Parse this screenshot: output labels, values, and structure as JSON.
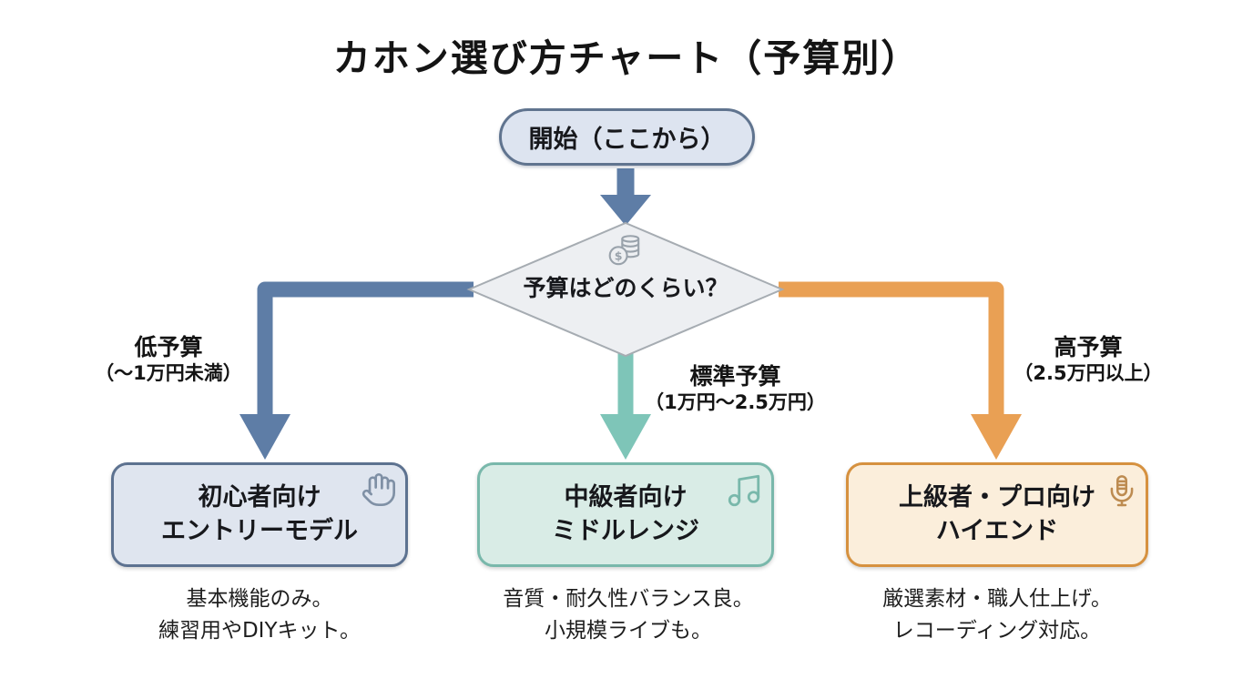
{
  "title": "カホン選び方チャート（予算別）",
  "start": {
    "label": "開始（ここから）"
  },
  "decision": {
    "label": "予算はどのくらい？",
    "icon": "coins-icon"
  },
  "branches": {
    "low": {
      "label": "低予算",
      "range": "（〜1万円未満）",
      "arrow_color": "#5e7da6"
    },
    "mid": {
      "label": "標準予算",
      "range": "（1万円〜2.5万円）",
      "arrow_color": "#7ec5b8"
    },
    "high": {
      "label": "高予算",
      "range": "（2.5万円以上）",
      "arrow_color": "#e9a054"
    }
  },
  "results": {
    "beginner": {
      "line1": "初心者向け",
      "line2": "エントリーモデル",
      "icon": "hand-icon",
      "desc1": "基本機能のみ。",
      "desc2": "練習用やDIYキット。",
      "fill": "#dfe5ef",
      "border": "#5d7290"
    },
    "intermediate": {
      "line1": "中級者向け",
      "line2": "ミドルレンジ",
      "icon": "music-note-icon",
      "desc1": "音質・耐久性バランス良。",
      "desc2": "小規模ライブも。",
      "fill": "#d9ece6",
      "border": "#79b8ab"
    },
    "advanced": {
      "line1": "上級者・プロ向け",
      "line2": "ハイエンド",
      "icon": "microphone-icon",
      "desc1": "厳選素材・職人仕上げ。",
      "desc2": "レコーディング対応。",
      "fill": "#fbeedb",
      "border": "#d6913f"
    }
  }
}
